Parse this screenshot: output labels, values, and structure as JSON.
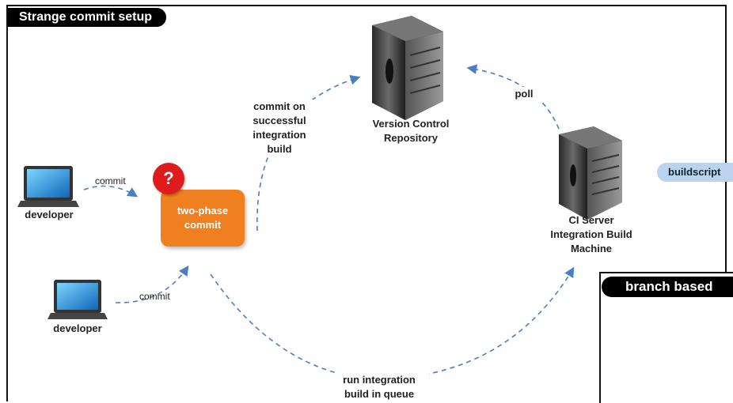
{
  "title": "Strange commit setup",
  "nodes": {
    "repository": "Version Control\nRepository",
    "ci_server": "CI Server\nIntegration Build\nMachine",
    "developer_1": "developer",
    "developer_2": "developer",
    "two_phase": "two-phase\ncommit",
    "question_mark": "?"
  },
  "edges": {
    "commit_1": "commit",
    "commit_2": "commit",
    "commit_on_success": "commit on\nsuccessful\nintegration\nbuild",
    "poll": "poll",
    "run_queue": "run integration\nbuild in queue"
  },
  "buildscript": "buildscript",
  "branch_panel_title": "branch based",
  "colors": {
    "arrow": "#4a7fc1",
    "orange": "#f0801f",
    "question_red": "#e01b1b",
    "pill_blue": "#bcd3ee"
  },
  "icons": [
    "server-icon",
    "laptop-icon"
  ]
}
